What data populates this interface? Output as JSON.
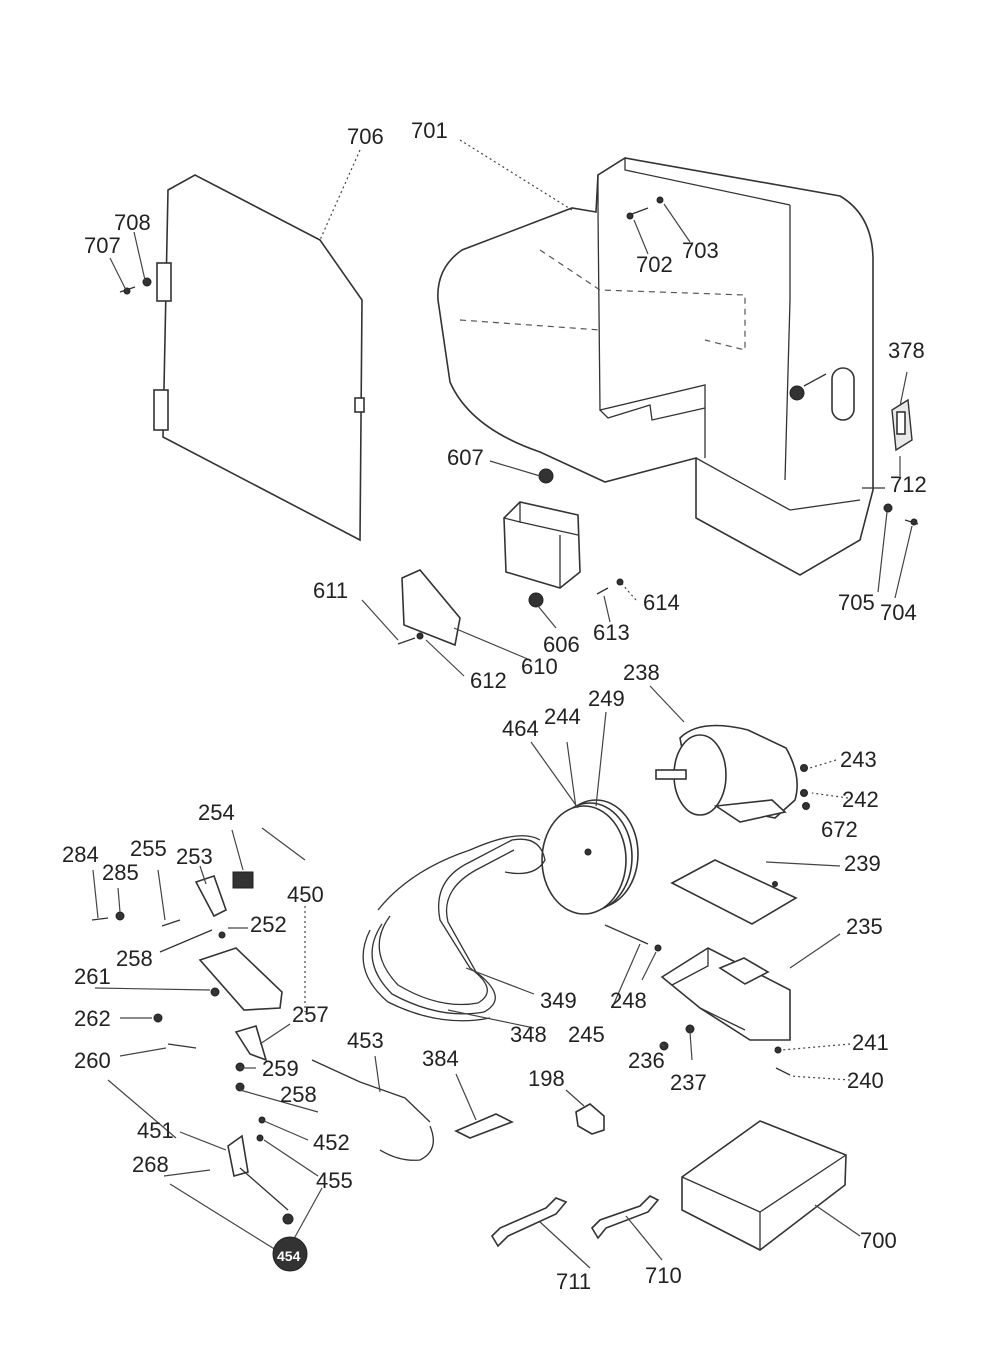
{
  "diagram": {
    "labels": {
      "l706": "706",
      "l701": "701",
      "l708": "708",
      "l707": "707",
      "l702": "702",
      "l703": "703",
      "l378": "378",
      "l712": "712",
      "l705": "705",
      "l704": "704",
      "l607": "607",
      "l611": "611",
      "l614": "614",
      "l613": "613",
      "l606": "606",
      "l610": "610",
      "l612": "612",
      "l238": "238",
      "l464": "464",
      "l244": "244",
      "l249": "249",
      "l243": "243",
      "l242": "242",
      "l672": "672",
      "l239": "239",
      "l235": "235",
      "l254": "254",
      "l284": "284",
      "l255": "255",
      "l253": "253",
      "l285": "285",
      "l450": "450",
      "l252": "252",
      "l258a": "258",
      "l261": "261",
      "l262": "262",
      "l257": "257",
      "l260": "260",
      "l259": "259",
      "l453": "453",
      "l258b": "258",
      "l451": "451",
      "l452": "452",
      "l268": "268",
      "l455": "455",
      "l454": "454",
      "l349": "349",
      "l348": "348",
      "l245": "245",
      "l248": "248",
      "l236": "236",
      "l237": "237",
      "l241": "241",
      "l240": "240",
      "l384": "384",
      "l198": "198",
      "l700": "700",
      "l711": "711",
      "l710": "710"
    }
  }
}
